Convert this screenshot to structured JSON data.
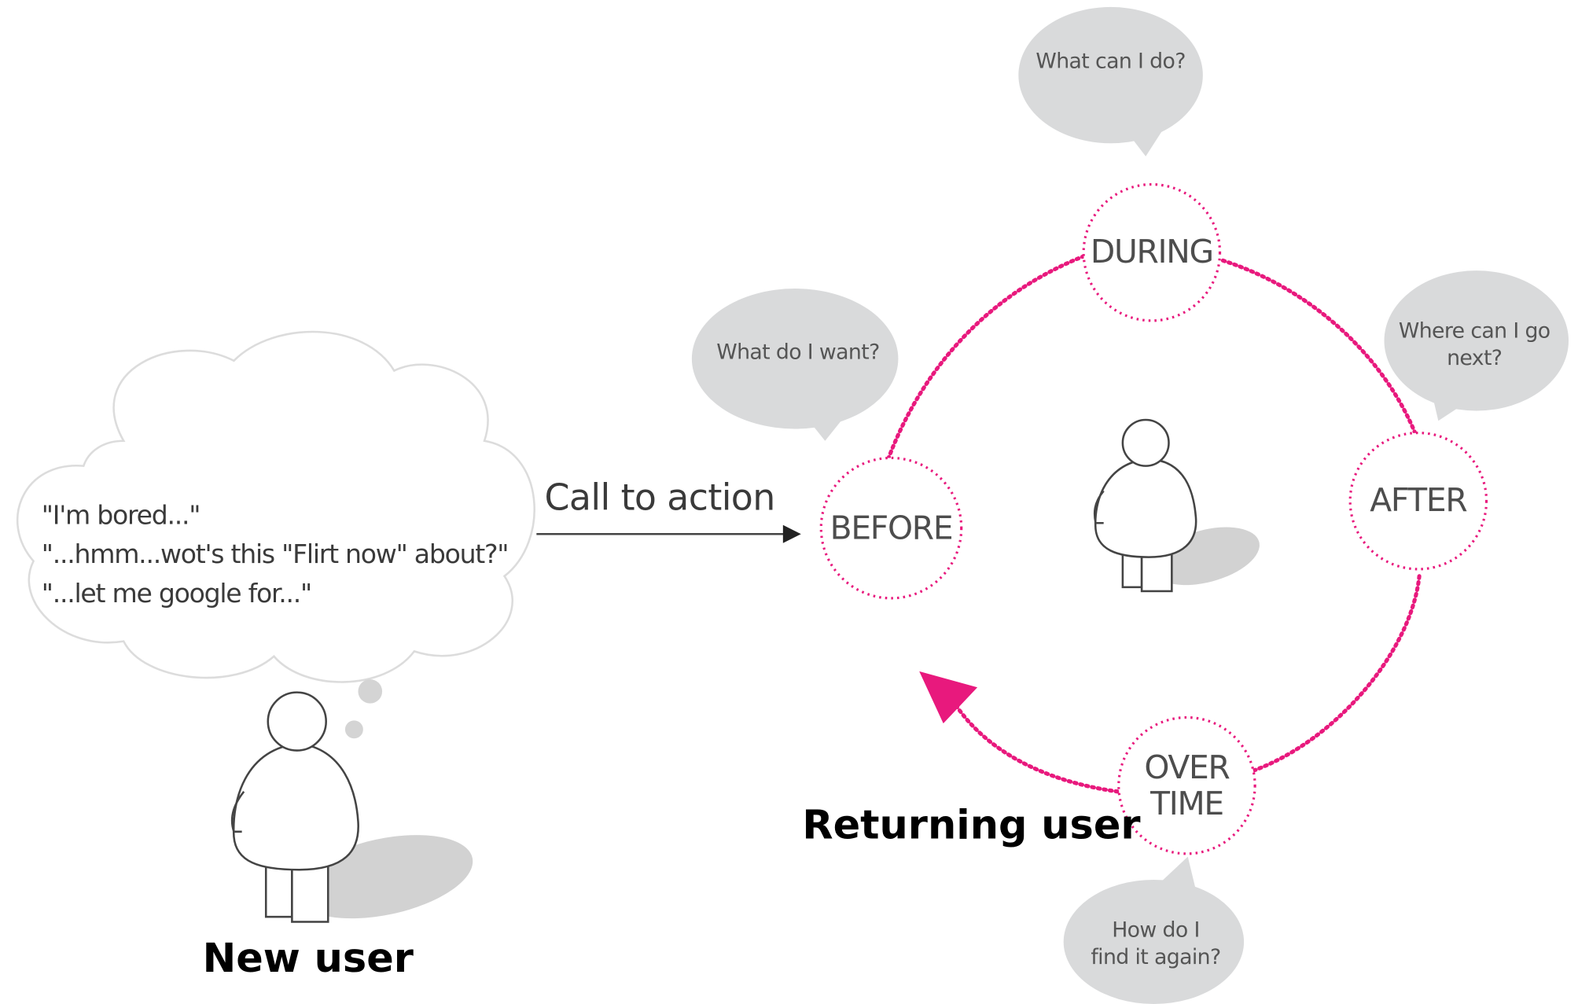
{
  "thought_cloud": {
    "lines": [
      "\"I'm bored...\"",
      "\"...hmm...wot's this \"Flirt now\" about?\"",
      "\"...let me google for...\""
    ]
  },
  "arrow_label": "Call to action",
  "stages": {
    "before": "BEFORE",
    "during": "DURING",
    "after": "AFTER",
    "over_time_line1": "OVER",
    "over_time_line2": "TIME"
  },
  "bubbles": {
    "before": "What do I want?",
    "during": "What can I do?",
    "after_line1": "Where can I go",
    "after_line2": "next?",
    "over_time_line1": "How do I",
    "over_time_line2": "find it again?"
  },
  "captions": {
    "new_user": "New user",
    "returning_user": "Returning user"
  },
  "colors": {
    "accent_pink": "#e8197d",
    "bubble_gray": "#d9dadb",
    "shadow_gray": "#d0d0d0",
    "line_gray": "#444444"
  }
}
